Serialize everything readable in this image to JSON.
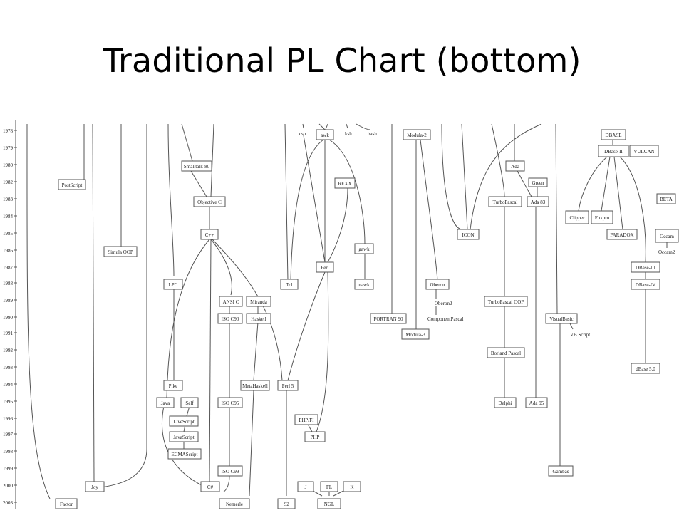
{
  "slide": {
    "title": "Traditional PL Chart (bottom)"
  },
  "years": [
    "1978",
    "1979",
    "1980",
    "1982",
    "1983",
    "1984",
    "1985",
    "1986",
    "1987",
    "1988",
    "1989",
    "1990",
    "1991",
    "1992",
    "1993",
    "1994",
    "1995",
    "1996",
    "1997",
    "1998",
    "1999",
    "2000",
    "2003"
  ],
  "boxes": [
    {
      "id": "postscript",
      "label": "PostScript"
    },
    {
      "id": "simula-oop",
      "label": "Simula OOP"
    },
    {
      "id": "factor",
      "label": "Factor"
    },
    {
      "id": "joy",
      "label": "Joy"
    },
    {
      "id": "smalltalk-80",
      "label": "Smalltalk-80"
    },
    {
      "id": "objective-c",
      "label": "Objective C"
    },
    {
      "id": "cpp",
      "label": "C++"
    },
    {
      "id": "lpc",
      "label": "LPC"
    },
    {
      "id": "pike",
      "label": "Pike"
    },
    {
      "id": "java",
      "label": "Java"
    },
    {
      "id": "self",
      "label": "Self"
    },
    {
      "id": "livescript",
      "label": "LiveScript"
    },
    {
      "id": "javascript",
      "label": "JavaScript"
    },
    {
      "id": "ecmascript",
      "label": "ECMAScript"
    },
    {
      "id": "csharp",
      "label": "C#"
    },
    {
      "id": "ansi-c",
      "label": "ANSI C"
    },
    {
      "id": "iso-c90",
      "label": "ISO C90"
    },
    {
      "id": "iso-c95",
      "label": "ISO C95"
    },
    {
      "id": "iso-c99",
      "label": "ISO C99"
    },
    {
      "id": "miranda",
      "label": "Miranda"
    },
    {
      "id": "haskell",
      "label": "Haskell"
    },
    {
      "id": "metahaskell",
      "label": "MetaHaskell"
    },
    {
      "id": "nemerle",
      "label": "Nemerle"
    },
    {
      "id": "awk",
      "label": "awk"
    },
    {
      "id": "rexx",
      "label": "REXX"
    },
    {
      "id": "perl",
      "label": "Perl"
    },
    {
      "id": "tcl",
      "label": "Tcl"
    },
    {
      "id": "gawk",
      "label": "gawk"
    },
    {
      "id": "nawk",
      "label": "nawk"
    },
    {
      "id": "perl5",
      "label": "Perl 5"
    },
    {
      "id": "php-fi",
      "label": "PHP/FI"
    },
    {
      "id": "php",
      "label": "PHP"
    },
    {
      "id": "s2",
      "label": "S2"
    },
    {
      "id": "j",
      "label": "J"
    },
    {
      "id": "fl",
      "label": "FL"
    },
    {
      "id": "k",
      "label": "K"
    },
    {
      "id": "nial",
      "label": "NGL"
    },
    {
      "id": "modula-2",
      "label": "Modula-2"
    },
    {
      "id": "oberon",
      "label": "Oberon"
    },
    {
      "id": "fortran-90",
      "label": "FORTRAN 90"
    },
    {
      "id": "modula-3",
      "label": "Modula-3"
    },
    {
      "id": "icon",
      "label": "ICON"
    },
    {
      "id": "ada",
      "label": "Ada"
    },
    {
      "id": "green",
      "label": "Green"
    },
    {
      "id": "ada-83",
      "label": "Ada 83"
    },
    {
      "id": "turbopascal",
      "label": "TurboPascal"
    },
    {
      "id": "turbopascal-oop",
      "label": "TurboPascal OOP"
    },
    {
      "id": "borland-pascal",
      "label": "Borland Pascal"
    },
    {
      "id": "delphi",
      "label": "Delphi"
    },
    {
      "id": "ada-95",
      "label": "Ada 95"
    },
    {
      "id": "visualbasic",
      "label": "VisualBasic"
    },
    {
      "id": "gambas",
      "label": "Gambas"
    },
    {
      "id": "dbase",
      "label": "DBASE"
    },
    {
      "id": "dbase-ii",
      "label": "DBase-II"
    },
    {
      "id": "vulcan",
      "label": "VULCAN"
    },
    {
      "id": "clipper",
      "label": "Clipper"
    },
    {
      "id": "foxpro",
      "label": "Foxpro"
    },
    {
      "id": "paradox",
      "label": "PARADOX"
    },
    {
      "id": "beta",
      "label": "BETA"
    },
    {
      "id": "occam",
      "label": "Occam"
    },
    {
      "id": "dbase-iii",
      "label": "DBase-III"
    },
    {
      "id": "dbase-iv",
      "label": "DBase-IV"
    },
    {
      "id": "dbase-5",
      "label": "dBase 5.0"
    }
  ],
  "plain_labels": [
    {
      "id": "csh",
      "label": "csh"
    },
    {
      "id": "ksh",
      "label": "ksh"
    },
    {
      "id": "bash",
      "label": "bash"
    },
    {
      "id": "oberon2",
      "label": "Oberon2"
    },
    {
      "id": "componentpascal",
      "label": "ComponentPascal"
    },
    {
      "id": "vb-script",
      "label": "VB Script"
    },
    {
      "id": "occam2",
      "label": "Occam2"
    }
  ]
}
